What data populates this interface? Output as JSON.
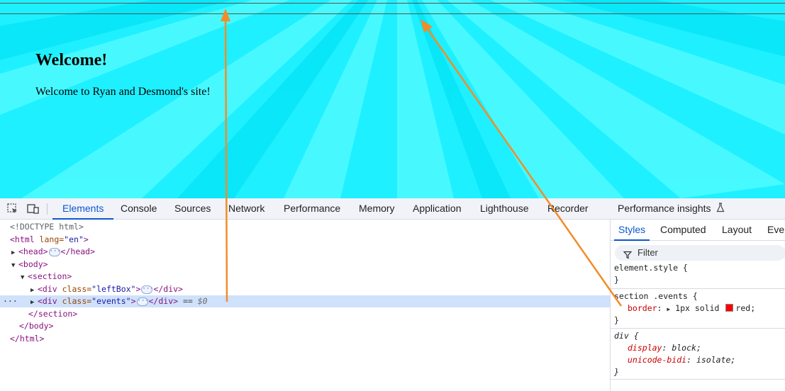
{
  "page": {
    "heading": "Welcome!",
    "paragraph": "Welcome to Ryan and Desmond's site!",
    "background_colors": {
      "light": "#4ffbff",
      "dark": "#00e3f6"
    }
  },
  "devtools": {
    "toolbar_icons": [
      "inspect-element-icon",
      "device-toggle-icon"
    ],
    "tabs": [
      "Elements",
      "Console",
      "Sources",
      "Network",
      "Performance",
      "Memory",
      "Application",
      "Lighthouse",
      "Recorder",
      "Performance insights"
    ],
    "active_tab": "Elements",
    "accent_color": "#0b57d0",
    "dom": {
      "doctype": "<!DOCTYPE html>",
      "html_open": {
        "tag": "<html",
        "attr": " lang=",
        "val": "\"en\"",
        "close": ">"
      },
      "head": {
        "open": "<head>",
        "close": "</head>"
      },
      "body_open": "<body>",
      "section_open": "<section>",
      "div_leftbox": {
        "open": "<div",
        "attr": " class=",
        "val": "\"leftBox\"",
        "gt": ">",
        "close": "</div>"
      },
      "div_events": {
        "open": "<div",
        "attr": " class=",
        "val": "\"events\"",
        "gt": ">",
        "close": "</div>",
        "eq": " == ",
        "ref": "$0"
      },
      "section_close": "</section>",
      "body_close": "</body>",
      "html_close": "</html>",
      "selection_color": "#cfe1fb"
    },
    "styles_pane": {
      "tabs": [
        "Styles",
        "Computed",
        "Layout",
        "Even"
      ],
      "active_tab": "Styles",
      "filter_label": "Filter",
      "rules": {
        "element_style": {
          "selector": "element.style {",
          "close": "}"
        },
        "section_events": {
          "selector": "section .events {",
          "property": "border",
          "value_prefix": "1px solid",
          "value_color": "red",
          "close": "}"
        },
        "div_rule": {
          "selector": "div {",
          "prop1": "display",
          "val1": "block",
          "prop2": "unicode-bidi",
          "val2": "isolate",
          "close": "}"
        }
      }
    }
  },
  "annotations": {
    "arrow_color": "#f28c28"
  }
}
